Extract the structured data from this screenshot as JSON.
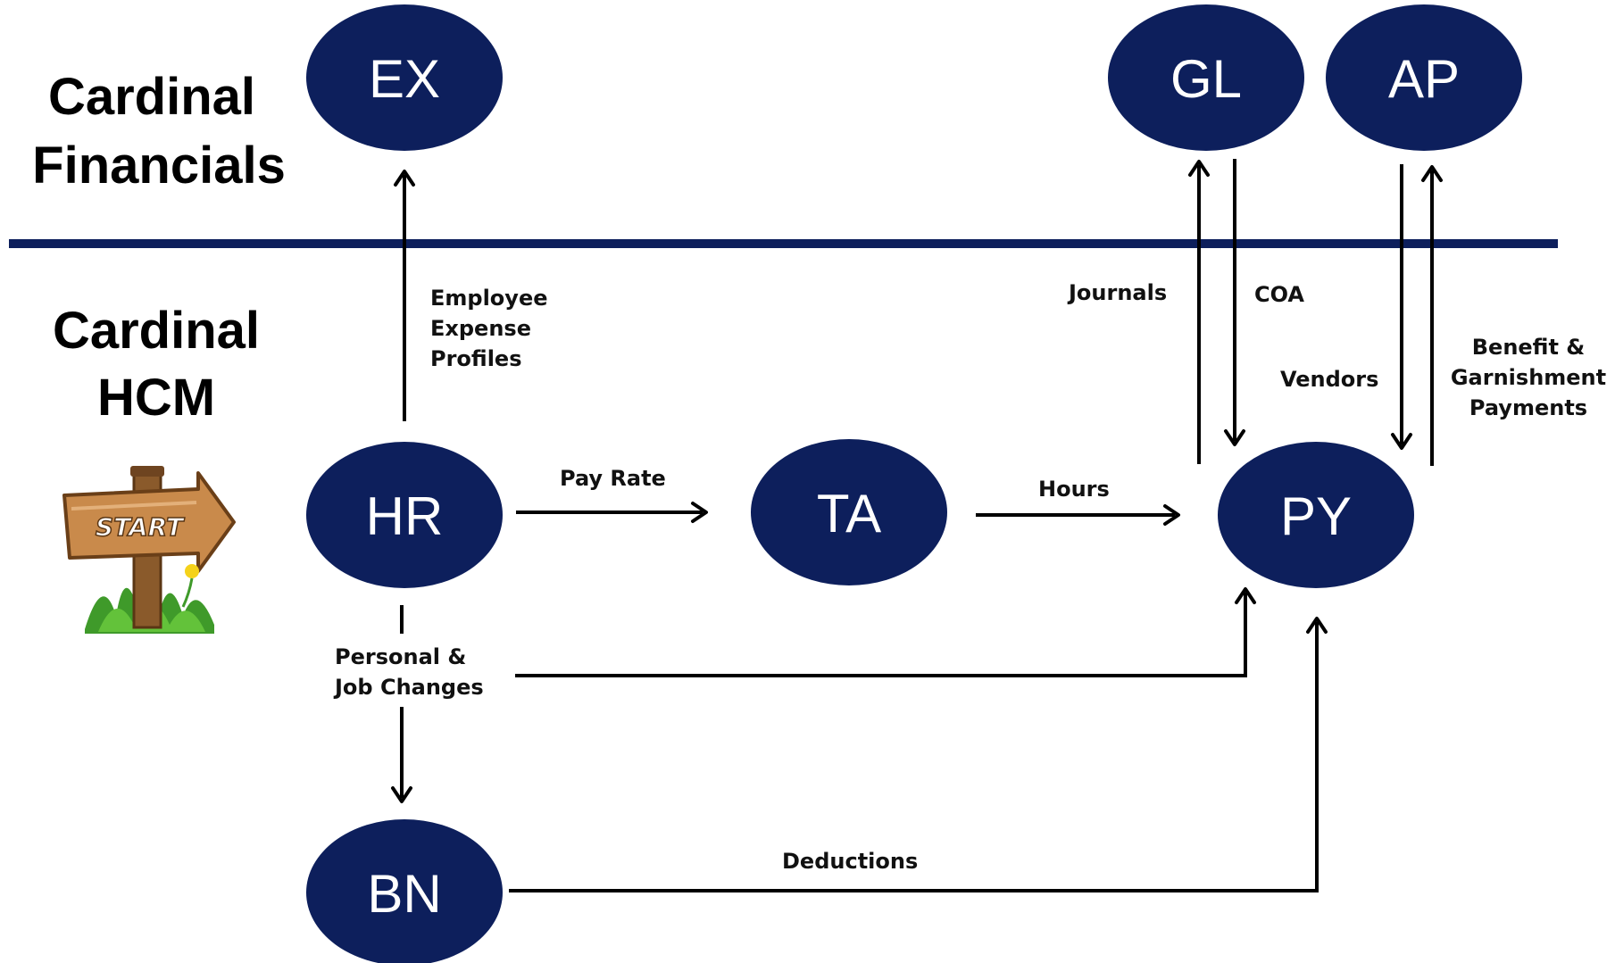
{
  "sections": {
    "financials": {
      "line1": "Cardinal",
      "line2": "Financials"
    },
    "hcm": {
      "line1": "Cardinal",
      "line2": "HCM"
    }
  },
  "start_sign": {
    "label": "START"
  },
  "nodes": {
    "ex": "EX",
    "gl": "GL",
    "ap": "AP",
    "hr": "HR",
    "ta": "TA",
    "py": "PY",
    "bn": "BN"
  },
  "edges": {
    "hr_ex": {
      "line1": "Employee",
      "line2": "Expense",
      "line3": "Profiles"
    },
    "hr_ta": "Pay Rate",
    "ta_py": "Hours",
    "py_gl": "Journals",
    "gl_py": "COA",
    "ap_py": "Vendors",
    "py_ap": {
      "line1": "Benefit &",
      "line2": "Garnishment",
      "line3": "Payments"
    },
    "hr_py": {
      "line1": "Personal &",
      "line2": "Job Changes"
    },
    "bn_py": "Deductions"
  },
  "colors": {
    "node_fill": "#0d1f5c",
    "node_text": "#ffffff",
    "divider": "#0d1f5c",
    "arrows": "#000000"
  }
}
